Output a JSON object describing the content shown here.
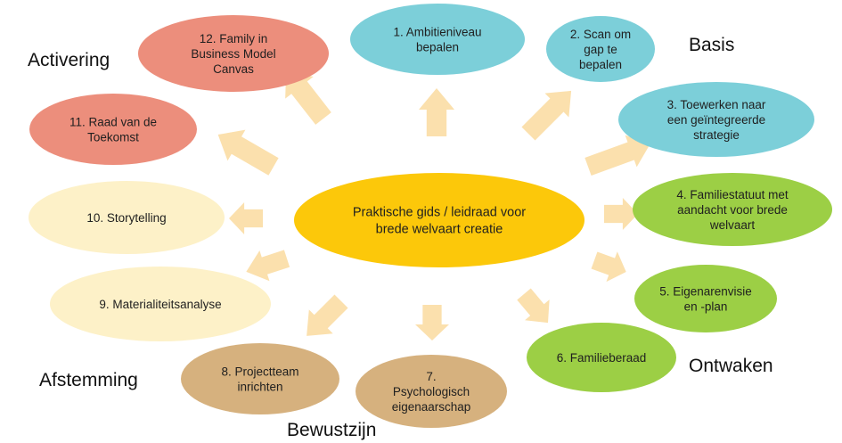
{
  "colors": {
    "blue": "#7ccfd9",
    "green": "#9ccf45",
    "tan": "#d6b17e",
    "cream": "#fdf1c8",
    "salmon": "#ec8e7c",
    "center": "#fcc80a",
    "arrow": "#fbe0ad"
  },
  "center": {
    "lines": [
      "Praktische gids / leidraad voor",
      "brede welvaart creatie"
    ]
  },
  "steps": [
    {
      "lines": [
        "1. Ambitieniveau",
        "bepalen"
      ],
      "color": "blue"
    },
    {
      "lines": [
        "2. Scan om",
        "gap te",
        "bepalen"
      ],
      "color": "blue"
    },
    {
      "lines": [
        "3. Toewerken naar",
        "een geïntegreerde",
        "strategie"
      ],
      "color": "blue"
    },
    {
      "lines": [
        "4. Familiestatuut met",
        "aandacht voor brede",
        "welvaart"
      ],
      "color": "green"
    },
    {
      "lines": [
        "5. Eigenarenvisie",
        "en -plan"
      ],
      "color": "green"
    },
    {
      "lines": [
        "6. Familieberaad"
      ],
      "color": "green"
    },
    {
      "lines": [
        "7.",
        "Psychologisch",
        "eigenaarschap"
      ],
      "color": "tan"
    },
    {
      "lines": [
        "8. Projectteam",
        "inrichten"
      ],
      "color": "tan"
    },
    {
      "lines": [
        "9. Materialiteitsanalyse"
      ],
      "color": "cream"
    },
    {
      "lines": [
        "10. Storytelling"
      ],
      "color": "cream"
    },
    {
      "lines": [
        "11. Raad van de",
        "Toekomst"
      ],
      "color": "salmon"
    },
    {
      "lines": [
        "12. Family in",
        "Business Model",
        "Canvas"
      ],
      "color": "salmon"
    }
  ],
  "phases": {
    "basis": "Basis",
    "ontwaken": "Ontwaken",
    "bewustzijn": "Bewustzijn",
    "afstemming": "Afstemming",
    "activering": "Activering"
  }
}
